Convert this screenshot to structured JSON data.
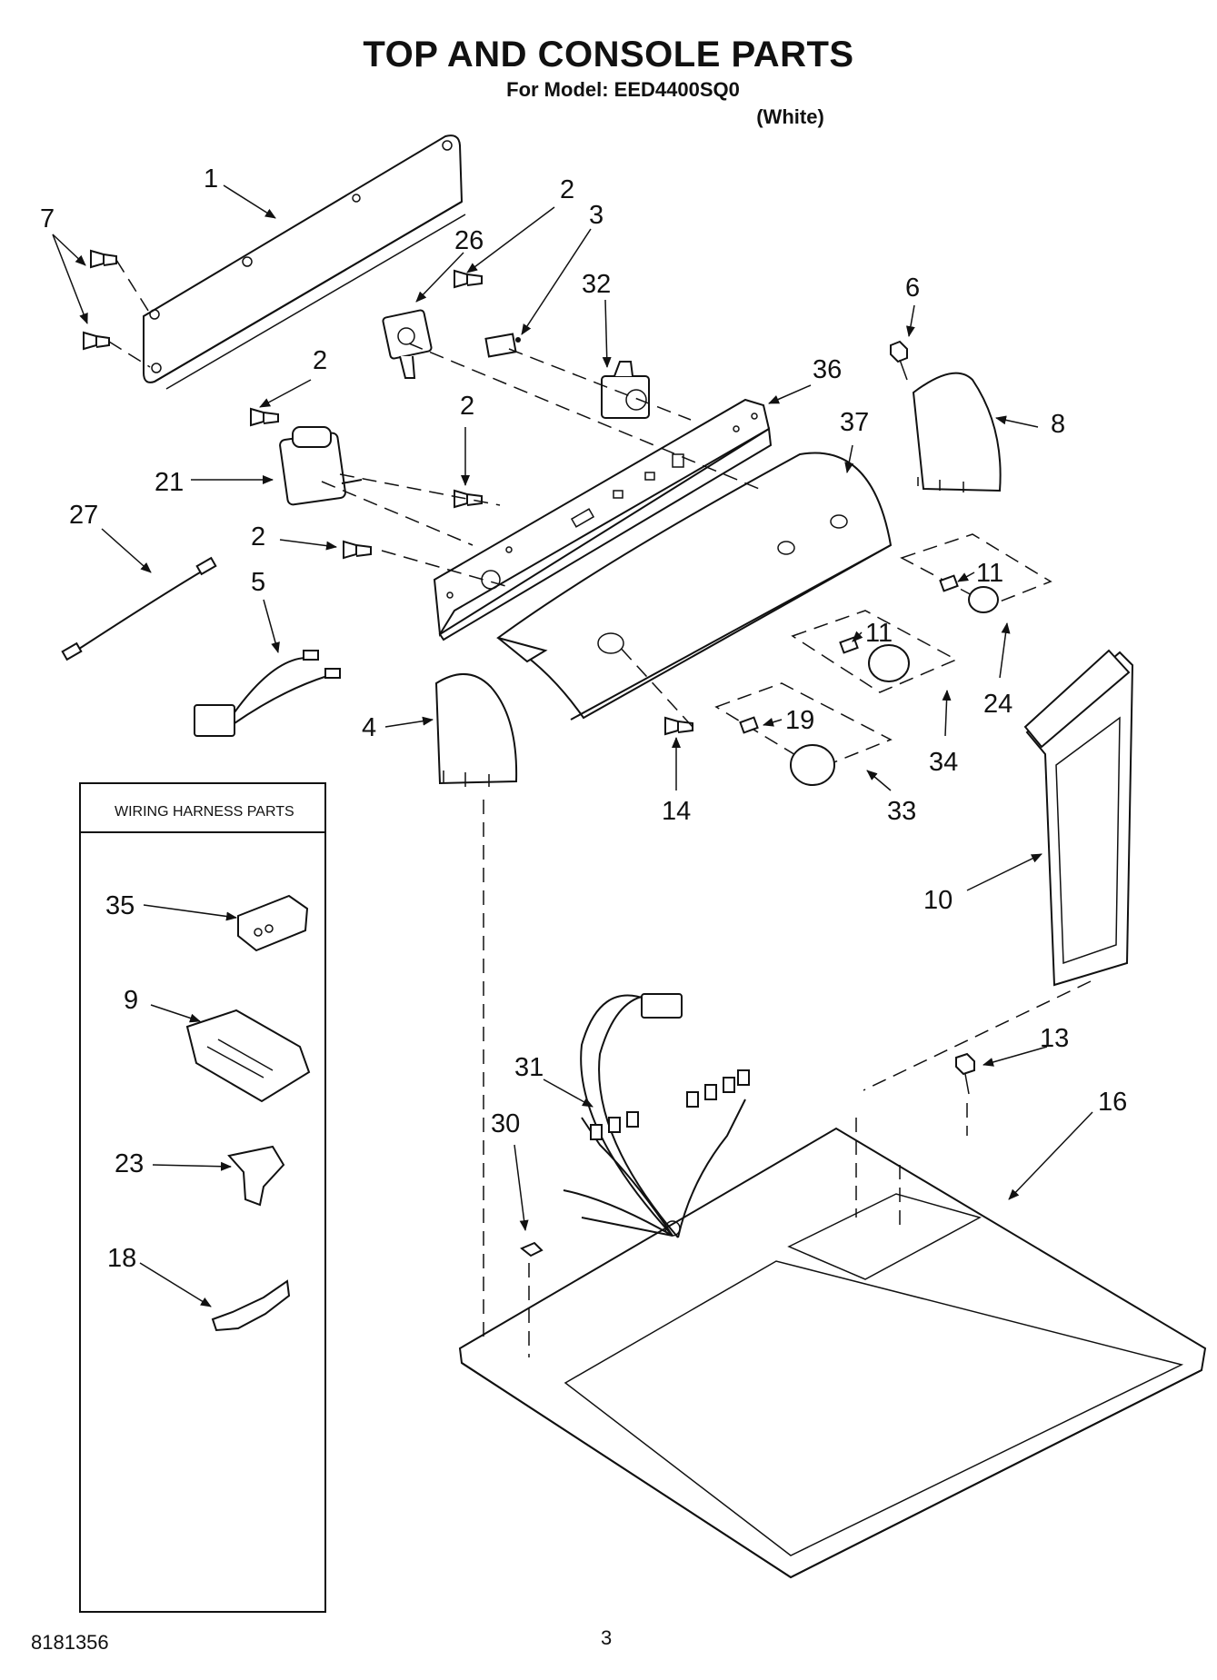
{
  "header": {
    "title": "TOP AND CONSOLE PARTS",
    "model": "For Model: EED4400SQ0",
    "color": "(White)"
  },
  "wiring_box": {
    "title": "WIRING HARNESS PARTS"
  },
  "callouts": [
    "1",
    "2",
    "3",
    "26",
    "32",
    "6",
    "7",
    "36",
    "8",
    "37",
    "2",
    "2",
    "21",
    "27",
    "2",
    "5",
    "11",
    "11",
    "24",
    "4",
    "19",
    "34",
    "14",
    "33",
    "10",
    "35",
    "9",
    "13",
    "16",
    "31",
    "30",
    "23",
    "18"
  ],
  "footer": {
    "doc_number": "8181356",
    "page": "3"
  }
}
